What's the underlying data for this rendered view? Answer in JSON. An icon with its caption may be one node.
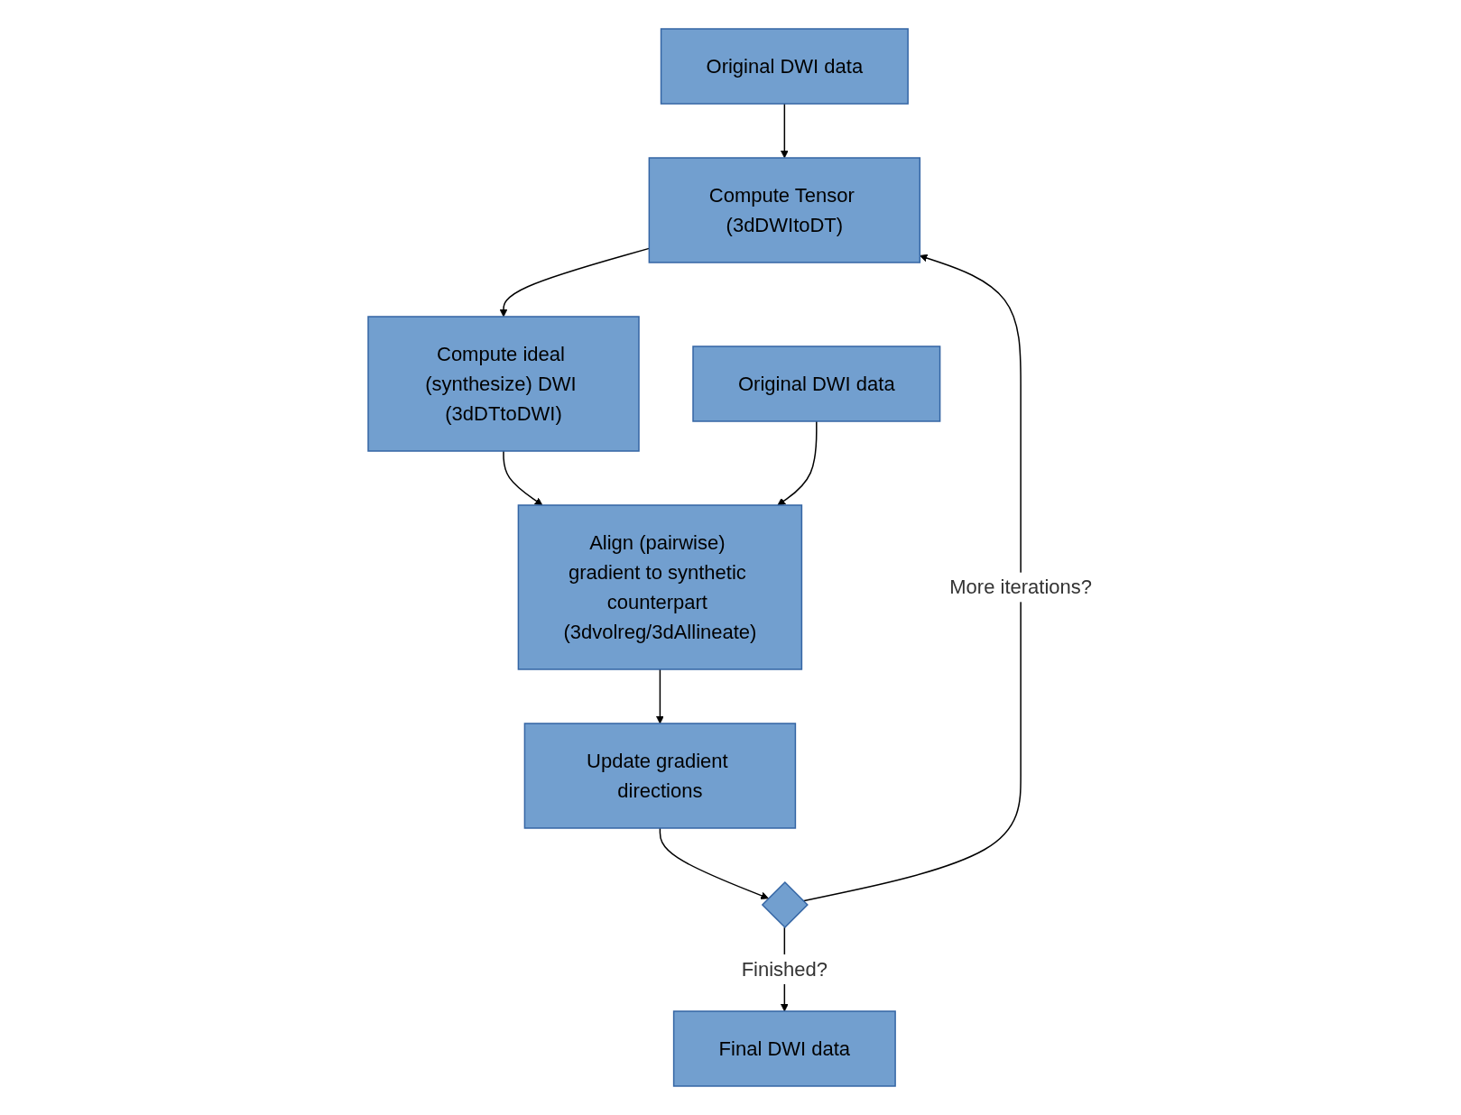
{
  "diagram": {
    "nodes": [
      {
        "text": [
          "Original DWI data"
        ]
      },
      {
        "text": [
          "Compute Tensor (3dDWItoDT)"
        ]
      },
      {
        "text": [
          "Compute ideal (synthesize) DWI (3dDTtoDWI)"
        ]
      },
      {
        "text": [
          "Original DWI data"
        ]
      },
      {
        "text": [
          "Align (pairwise) gradient to synthetic counterpart (3dvolreg/3dAllineate)"
        ]
      },
      {
        "text": [
          "Update gradient directions"
        ]
      },
      {
        "text": [],
        "shape": "diamond"
      },
      {
        "text": [
          "Final DWI data"
        ]
      }
    ],
    "edges": [
      {
        "from": 0,
        "to": 1,
        "arrow": "to"
      },
      {
        "from": 1,
        "to": 2,
        "arrow": "to"
      },
      {
        "from": 2,
        "to": 4,
        "arrow": "to"
      },
      {
        "from": 3,
        "to": 4,
        "arrow": "to"
      },
      {
        "from": 4,
        "to": 5,
        "arrow": "to"
      },
      {
        "from": 5,
        "to": 6,
        "arrow": "to"
      },
      {
        "from": 6,
        "to": 7,
        "label": "Finished?",
        "arrow": "to"
      },
      {
        "from": 6,
        "to": 1,
        "label": "More iterations?",
        "arrow": "to"
      }
    ]
  }
}
